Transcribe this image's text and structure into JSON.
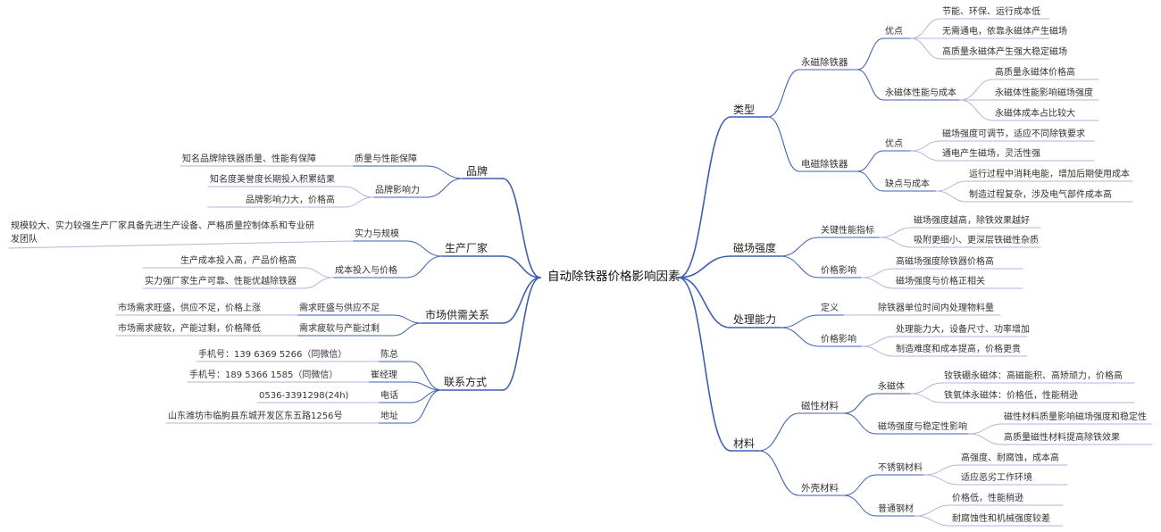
{
  "root": {
    "label": "自动除铁器价格影响因素"
  },
  "colors": {
    "line": "#3d5fb0",
    "leaf_line": "#b9b2dd",
    "text": "#333333"
  },
  "nodes": {
    "t": {
      "label": "类型",
      "c1": {
        "label": "永磁除铁器",
        "a": {
          "label": "优点",
          "l1": "节能、环保、运行成本低",
          "l2": "无需通电，依靠永磁体产生磁场",
          "l3": "高质量永磁体产生强大稳定磁场"
        },
        "b": {
          "label": "永磁体性能与成本",
          "l1": "高质量永磁体价格高",
          "l2": "永磁体性能影响磁场强度",
          "l3": "永磁体成本占比较大"
        }
      },
      "c2": {
        "label": "电磁除铁器",
        "a": {
          "label": "优点",
          "l1": "磁场强度可调节，适应不同除铁要求",
          "l2": "通电产生磁场，灵活性强"
        },
        "b": {
          "label": "缺点与成本",
          "l1": "运行过程中消耗电能，增加后期使用成本",
          "l2": "制造过程复杂，涉及电气部件成本高"
        }
      }
    },
    "s": {
      "label": "磁场强度",
      "a": {
        "label": "关键性能指标",
        "l1": "磁场强度越高，除铁效果越好",
        "l2": "吸附更细小、更深层铁磁性杂质"
      },
      "b": {
        "label": "价格影响",
        "l1": "高磁场强度除铁器价格高",
        "l2": "磁场强度与价格正相关"
      }
    },
    "p": {
      "label": "处理能力",
      "a": {
        "label": "定义",
        "l1": "除铁器单位时间内处理物料量"
      },
      "b": {
        "label": "价格影响",
        "l1": "处理能力大，设备尺寸、功率增加",
        "l2": "制造难度和成本提高，价格更贵"
      }
    },
    "m": {
      "label": "材料",
      "c1": {
        "label": "磁性材料",
        "a": {
          "label": "永磁体",
          "l1": "钕铁硼永磁体：高磁能积、高矫顽力，价格高",
          "l2": "铁氧体永磁体：价格低，性能稍逊"
        },
        "b": {
          "label": "磁场强度与稳定性影响",
          "l1": "磁性材料质量影响磁场强度和稳定性",
          "l2": "高质量磁性材料提高除铁效果"
        }
      },
      "c2": {
        "label": "外壳材料",
        "a": {
          "label": "不锈钢材料",
          "l1": "高强度、耐腐蚀，成本高",
          "l2": "适应恶劣工作环境"
        },
        "b": {
          "label": "普通钢材",
          "l1": "价格低，性能稍逊",
          "l2": "耐腐蚀性和机械强度较差"
        }
      }
    },
    "b": {
      "label": "品牌",
      "a": {
        "label": "质量与性能保障",
        "l1": "知名品牌除铁器质量、性能有保障"
      },
      "b": {
        "label": "品牌影响力",
        "l1": "知名度美誉度长期投入积累结果",
        "l2": "品牌影响力大，价格高"
      }
    },
    "f": {
      "label": "生产厂家",
      "a": {
        "label": "实力与规模",
        "l1": "规模较大、实力较强生产厂家具备先进生产设备、严格质量控制体系和专业研发团队"
      },
      "b": {
        "label": "成本投入与价格",
        "l1": "生产成本投入高，产品价格高",
        "l2": "实力强厂家生产可靠、性能优越除铁器"
      }
    },
    "k": {
      "label": "市场供需关系",
      "a": {
        "label": "需求旺盛与供应不足",
        "l1": "市场需求旺盛，供应不足，价格上涨"
      },
      "b": {
        "label": "需求疲软与产能过剩",
        "l1": "市场需求疲软，产能过剩，价格降低"
      }
    },
    "c": {
      "label": "联系方式",
      "a": {
        "label": "陈总",
        "l1": "手机号：139 6369 5266（同微信）"
      },
      "b": {
        "label": "崔经理",
        "l1": "手机号：189 5366 1585（同微信）"
      },
      "d": {
        "label": "电话",
        "l1": "0536-3391298(24h)"
      },
      "e": {
        "label": "地址",
        "l1": "山东潍坊市临朐县东城开发区东五路1256号"
      }
    }
  }
}
